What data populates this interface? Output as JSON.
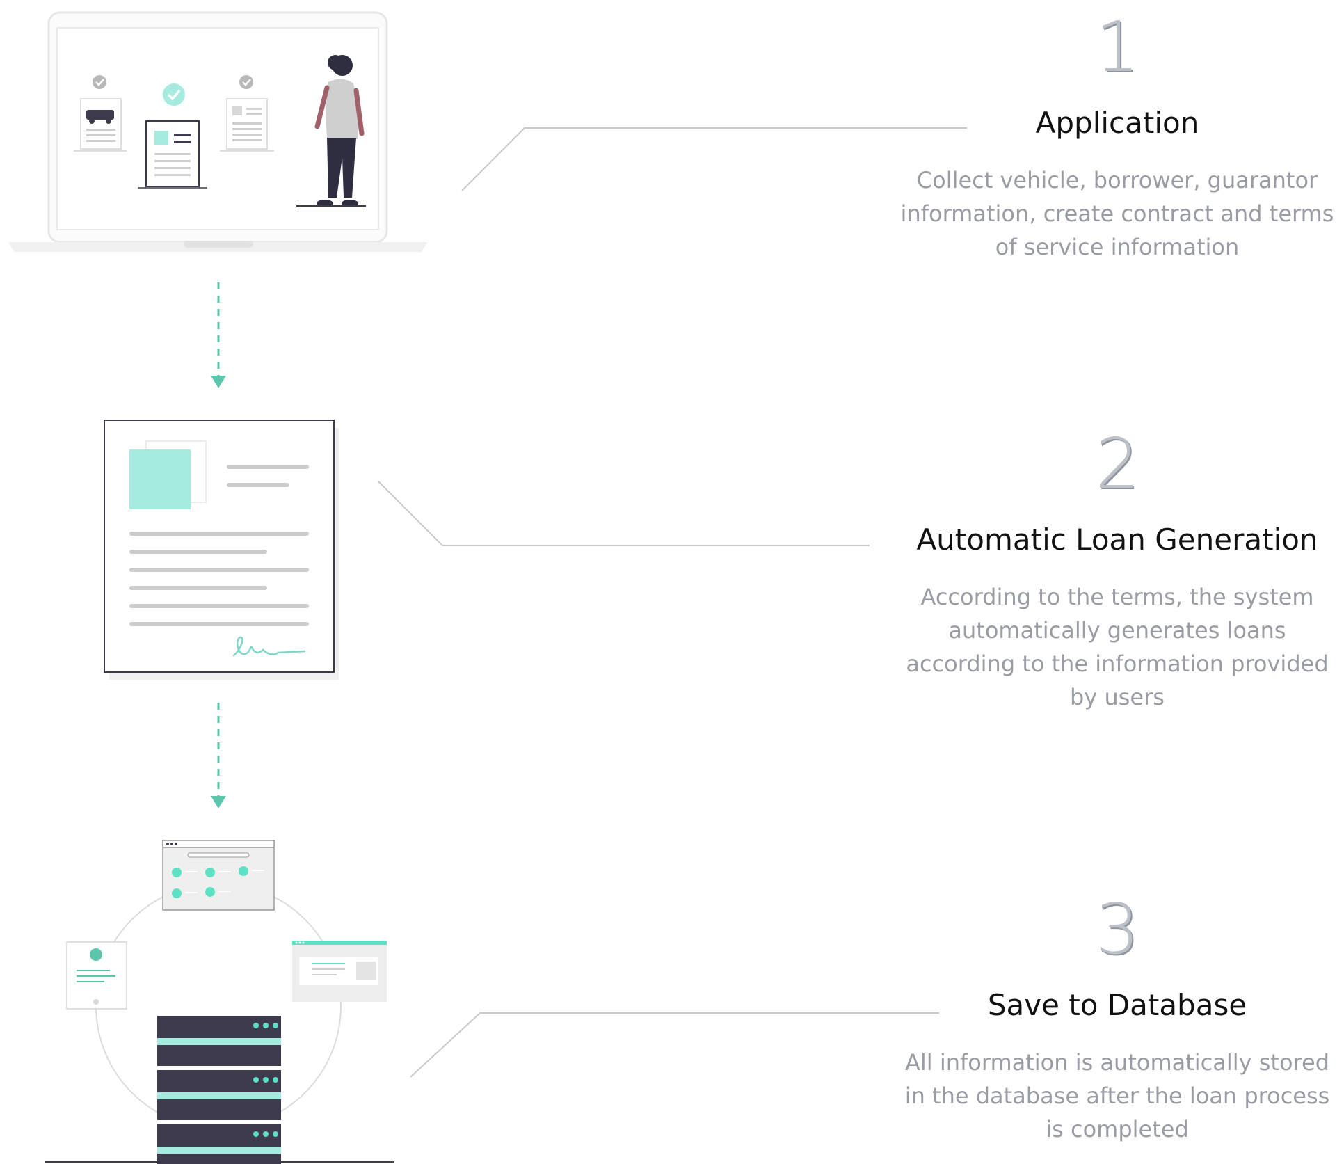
{
  "steps": [
    {
      "number": "1",
      "title": "Application",
      "description": "Collect vehicle, borrower, guarantor information, create contract and terms of service information"
    },
    {
      "number": "2",
      "title": "Automatic Loan Generation",
      "description": "According to the terms, the system automatically generates loans according to the information provided by users"
    },
    {
      "number": "3",
      "title": "Save to Database",
      "description": "All information is automatically stored in the database after the loan process is completed"
    }
  ],
  "colors": {
    "accent": "#5ec5ad",
    "mint": "#a5ebdf",
    "dark": "#3e3b4f",
    "line_gray": "#c9c9c9",
    "number_gray": "#bcc0c8",
    "desc_gray": "#9a9ca3"
  }
}
